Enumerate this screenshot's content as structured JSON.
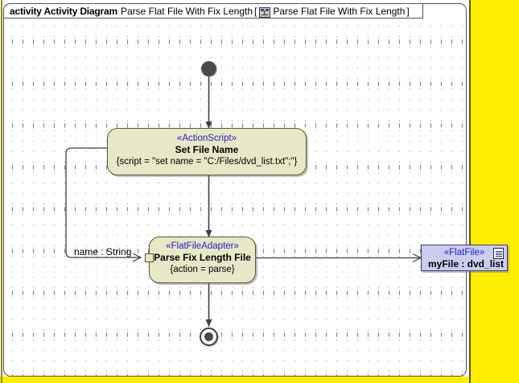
{
  "frame": {
    "keyword": "activity Activity Diagram",
    "name": "Parse Flat File With Fix Length",
    "bracket_open": "[",
    "parameter": "Parse Flat File With Fix Length",
    "bracket_close": "]",
    "icon": "activity-diagram-icon"
  },
  "nodes": {
    "initial": {
      "name": "initial-node"
    },
    "set_file_name": {
      "stereotype": "«ActionScript»",
      "name": "Set File Name",
      "property": "{script = \"set name = \"C:/Files/dvd_list.txt\";\"}"
    },
    "parse_fix_length_file": {
      "stereotype": "«FlatFileAdapter»",
      "name": "Parse Fix Length File",
      "property": "{action = parse}"
    },
    "flat_file_object": {
      "stereotype": "«FlatFile»",
      "name": "myFile : dvd_list",
      "icon": "document-icon"
    },
    "final": {
      "name": "activity-final-node"
    }
  },
  "edges": {
    "name_string_label": "name : String"
  },
  "colors": {
    "action_fill": "#e8e8c8",
    "action_stroke": "#555538",
    "object_fill": "#ccccf0",
    "object_stroke": "#3a3a6e",
    "stereotype_text": "#2222bb",
    "page_margin": "#ffee00",
    "control_node": "#4a4a4a",
    "edge": "#3f3f3f"
  }
}
